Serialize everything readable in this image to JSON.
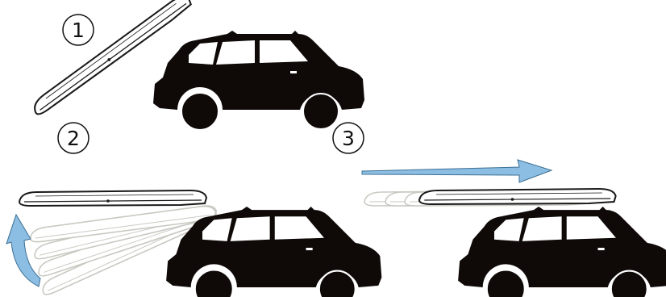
{
  "steps": [
    {
      "number": "1"
    },
    {
      "number": "2"
    },
    {
      "number": "3"
    }
  ],
  "colors": {
    "car": "#0f0a08",
    "box_fill": "#ffffff",
    "box_outline": "#1a1a1a",
    "ghost": "#c9c9c2",
    "arrow": "#8cbde2",
    "arrow_outline": "#3c6f94"
  }
}
